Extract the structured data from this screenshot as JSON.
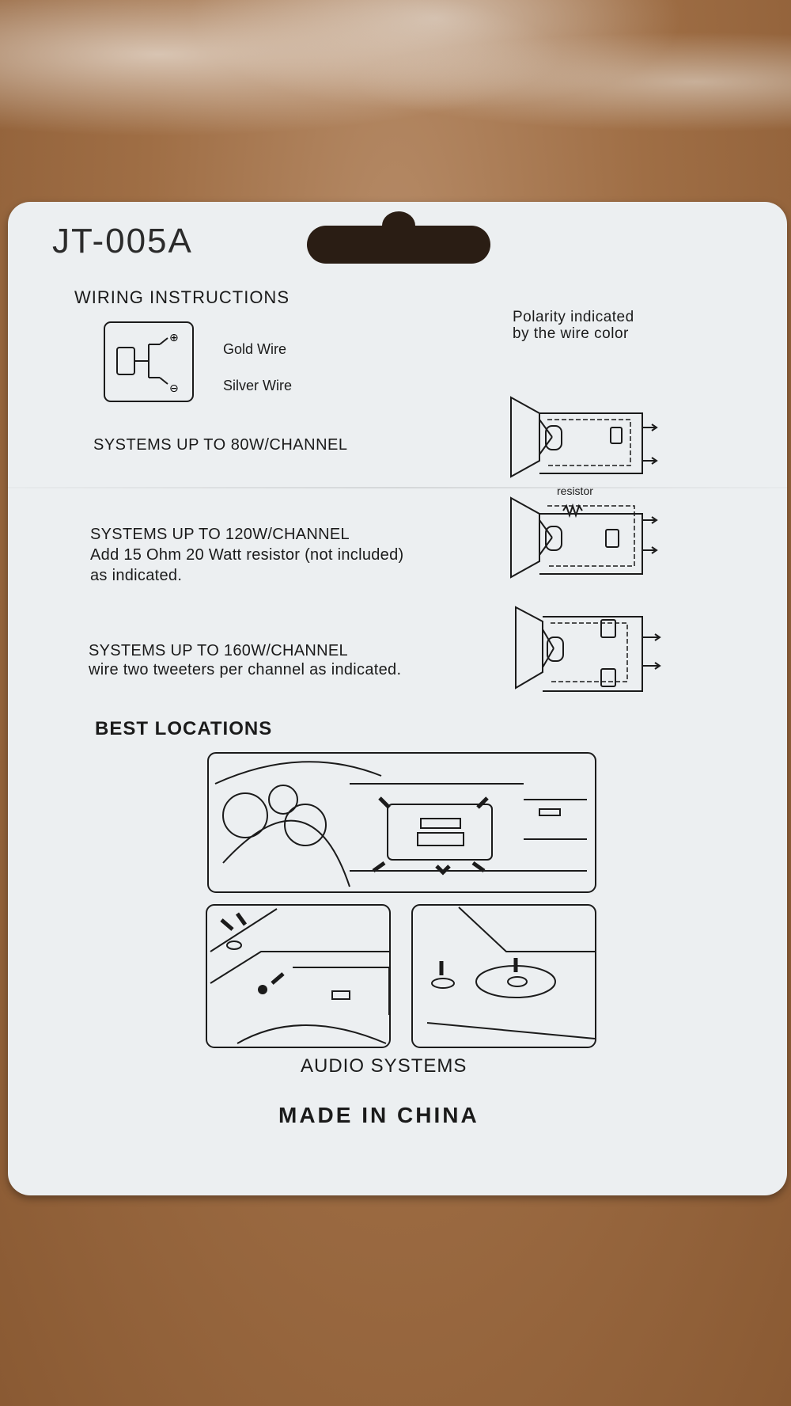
{
  "model": "JT-005A",
  "wiring": {
    "heading": "WIRING INSTRUCTIONS",
    "polarity_line1": "Polarity indicated",
    "polarity_line2": "by the wire color",
    "gold_wire": "Gold Wire",
    "silver_wire": "Silver Wire",
    "plus_symbol": "⊕",
    "minus_symbol": "⊖"
  },
  "systems": [
    {
      "title": "SYSTEMS UP TO 80W/CHANNEL"
    },
    {
      "title": "SYSTEMS UP TO 120W/CHANNEL",
      "line2": "Add 15 Ohm 20 Watt resistor (not included)",
      "line3": "as indicated."
    },
    {
      "title": "SYSTEMS UP TO 160W/CHANNEL",
      "line2": "wire two tweeters per channel as indicated."
    }
  ],
  "resistor_label": "resistor",
  "best_locations": "BEST LOCATIONS",
  "audio_systems": "AUDIO SYSTEMS",
  "made_in": "MADE IN CHINA"
}
